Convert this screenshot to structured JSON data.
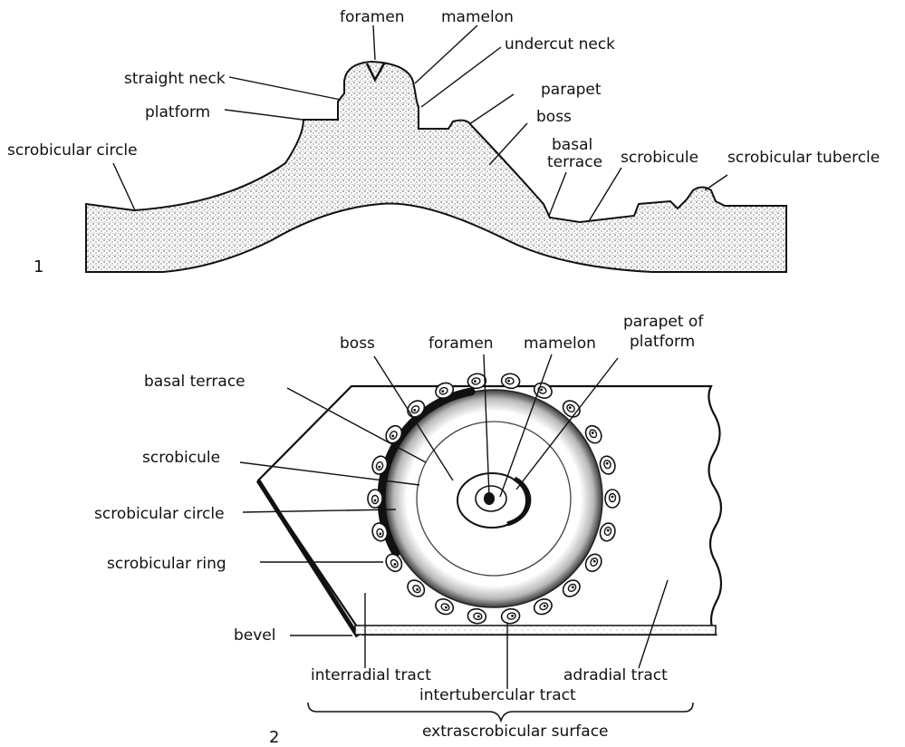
{
  "figures": [
    {
      "number": "1",
      "labels": {
        "foramen": "foramen",
        "mamelon": "mamelon",
        "undercut_neck": "undercut neck",
        "straight_neck": "straight neck",
        "platform": "platform",
        "parapet": "parapet",
        "boss": "boss",
        "scrobicular_circle": "scrobicular circle",
        "basal_terrace_line1": "basal",
        "basal_terrace_line2": "terrace",
        "scrobicule": "scrobicule",
        "scrobicular_tubercle": "scrobicular tubercle"
      }
    },
    {
      "number": "2",
      "labels": {
        "boss": "boss",
        "foramen": "foramen",
        "mamelon": "mamelon",
        "parapet_line1": "parapet of",
        "parapet_line2": "platform",
        "basal_terrace": "basal terrace",
        "scrobicule": "scrobicule",
        "scrobicular_circle": "scrobicular circle",
        "scrobicular_ring": "scrobicular ring",
        "bevel": "bevel",
        "interradial_tract": "interradial tract",
        "adradial_tract": "adradial tract",
        "intertubercular_tract": "intertubercular tract",
        "extrascrobicular_surface": "extrascrobicular surface"
      }
    }
  ],
  "colors": {
    "ink": "#111111",
    "stipple": "#cfcfcf",
    "paper": "#ffffff"
  }
}
